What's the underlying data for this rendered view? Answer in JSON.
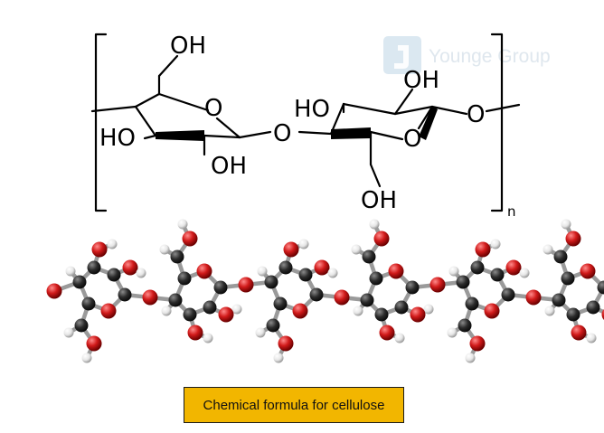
{
  "structure": {
    "atoms": {
      "oh_top_left": "OH",
      "ring_o_left": "O",
      "ho_left": "HO",
      "oh_bottom_left": "OH",
      "bridge_o": "O",
      "ho_right": "HO",
      "oh_top_right": "OH",
      "ring_o_right": "O",
      "terminal_o": "O",
      "oh_bottom_right": "OH"
    },
    "repeat_subscript": "n"
  },
  "watermark": {
    "text": "Younge Group",
    "icon": "logo-badge-icon"
  },
  "model_3d": {
    "atom_colors": {
      "carbon": "#2b2b2b",
      "oxygen": "#d11a1a",
      "hydrogen": "#e6e6e6"
    }
  },
  "caption": {
    "text": "Chemical formula for cellulose",
    "background": "#f2b600"
  }
}
